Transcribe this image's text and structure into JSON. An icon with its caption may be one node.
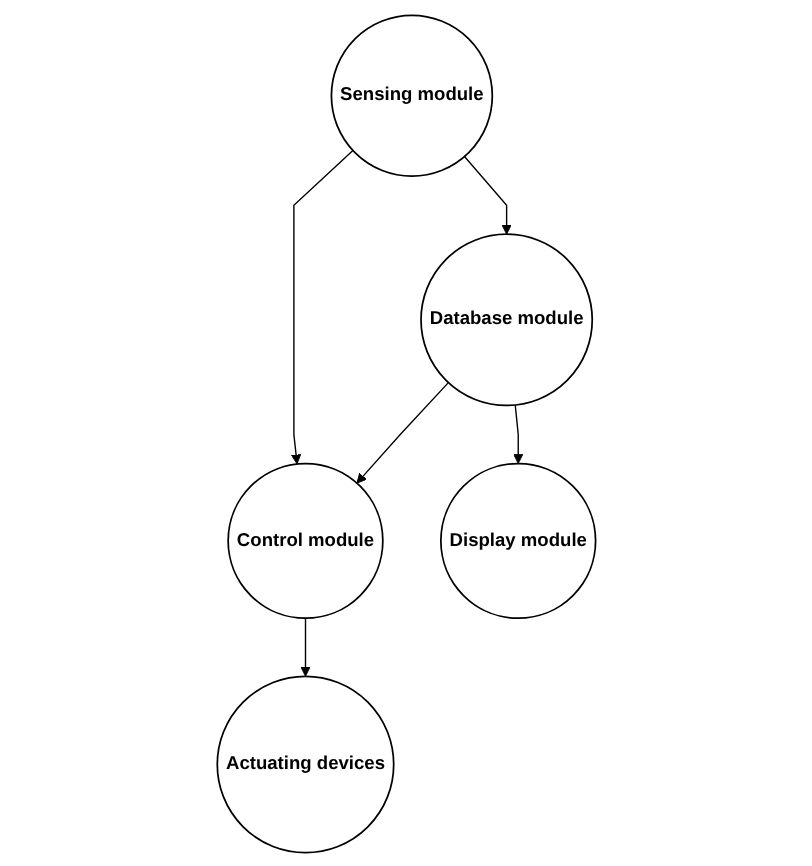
{
  "diagram": {
    "nodes": [
      {
        "text": [
          "Sensing module"
        ]
      },
      {
        "text": [
          "Control module"
        ]
      },
      {
        "text": [
          "Database module"
        ]
      },
      {
        "text": [
          "Actuating devices"
        ]
      },
      {
        "text": [
          "Display module"
        ]
      }
    ],
    "edges": [
      {
        "from": 0,
        "to": 1,
        "arrow": "to"
      },
      {
        "from": 0,
        "to": 2,
        "arrow": "to"
      },
      {
        "from": 2,
        "to": 1,
        "arrow": "to"
      },
      {
        "from": 1,
        "to": 3,
        "arrow": "to"
      },
      {
        "from": 2,
        "to": 4,
        "arrow": "to"
      }
    ]
  }
}
